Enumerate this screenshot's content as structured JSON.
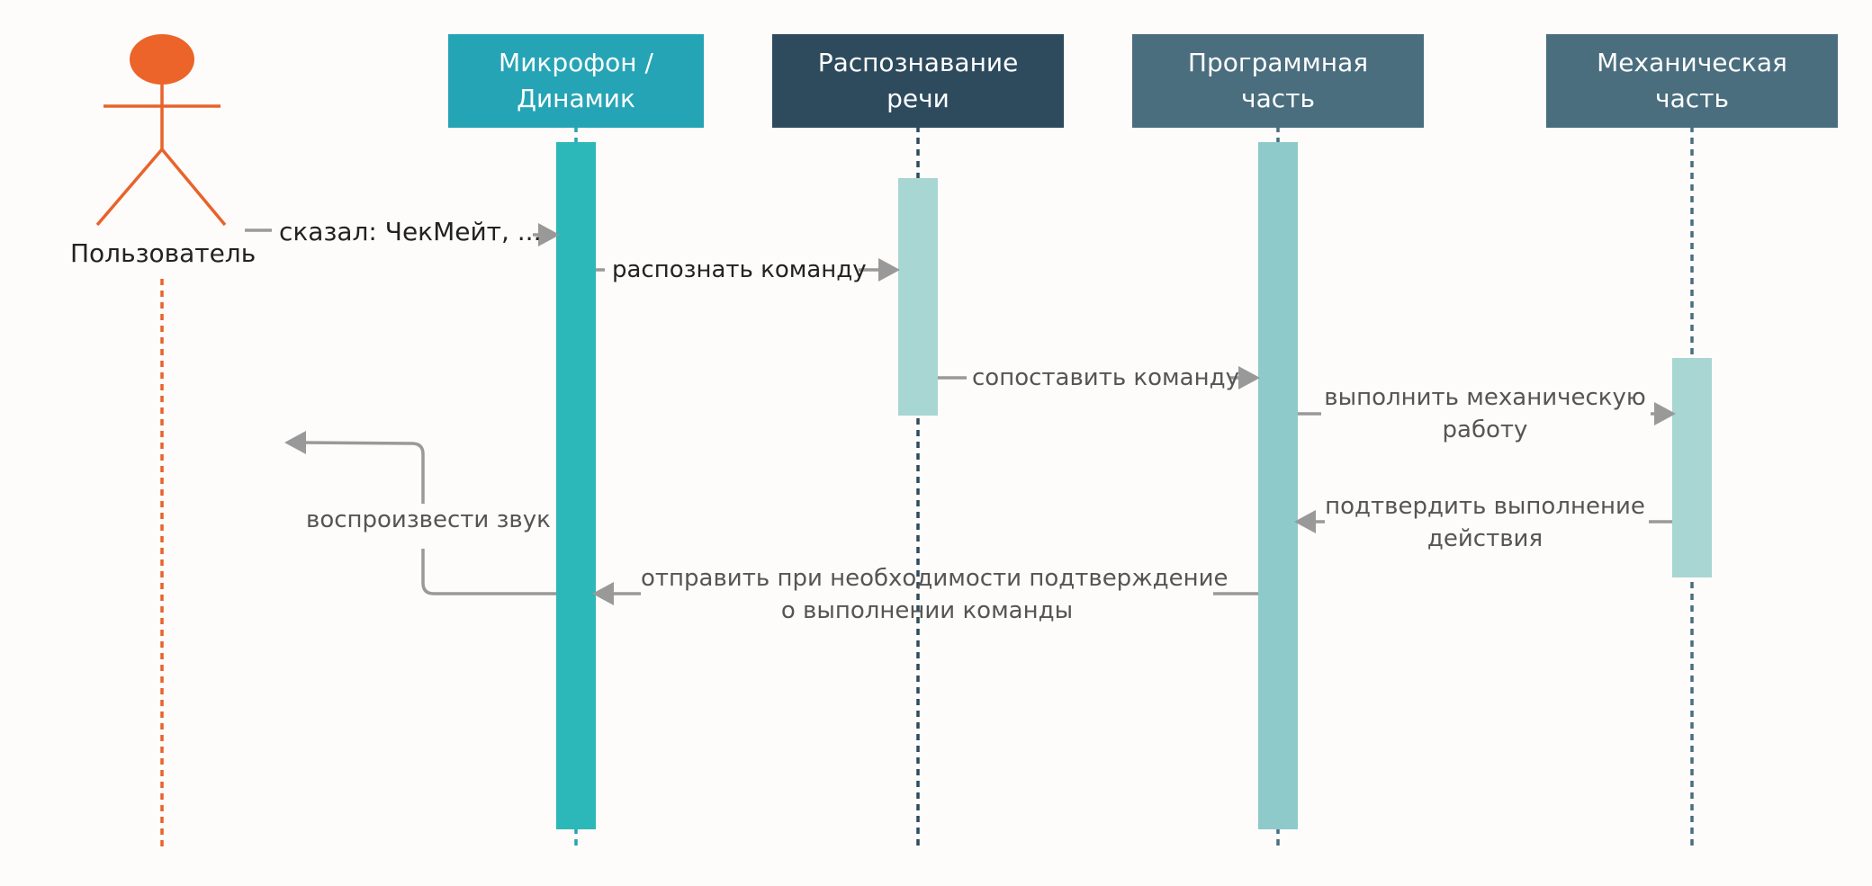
{
  "actor": {
    "name": "Пользователь",
    "color": "#e8632b"
  },
  "participants": [
    {
      "id": "mic",
      "line1": "Микрофон /",
      "line2": "Динамик",
      "color": "#25a4b6",
      "activation_color": "#2cb8b8"
    },
    {
      "id": "asr",
      "line1": "Распознавание",
      "line2": "речи",
      "color": "#2e4b5e",
      "activation_color": "#a8d6d2"
    },
    {
      "id": "soft",
      "line1": "Программная",
      "line2": "часть",
      "color": "#4a6e7e",
      "activation_color": "#8fcaca"
    },
    {
      "id": "mech",
      "line1": "Механическая",
      "line2": "часть",
      "color": "#4a6e7e",
      "activation_color": "#a8d6d2"
    }
  ],
  "messages": [
    {
      "id": "m1",
      "from": "actor",
      "to": "mic",
      "line1": "сказал: ЧекМейт, ...",
      "line2": ""
    },
    {
      "id": "m2",
      "from": "mic",
      "to": "asr",
      "line1": "распознать команду",
      "line2": ""
    },
    {
      "id": "m3",
      "from": "asr",
      "to": "soft",
      "line1": "сопоставить команду",
      "line2": ""
    },
    {
      "id": "m4",
      "from": "soft",
      "to": "mech",
      "line1": "выполнить  механическую",
      "line2": "работу"
    },
    {
      "id": "m5",
      "from": "mech",
      "to": "soft",
      "line1": "подтвердить выполнение",
      "line2": "действия"
    },
    {
      "id": "m6",
      "from": "soft",
      "to": "mic",
      "line1": "отправить при необходимости подтверждение",
      "line2": "о выполнении команды"
    },
    {
      "id": "m7",
      "from": "mic",
      "to": "actor",
      "line1": "воспроизвести звук",
      "line2": ""
    }
  ],
  "colors": {
    "arrow": "#999999",
    "lifeline_dark": "#2e4b5e"
  }
}
